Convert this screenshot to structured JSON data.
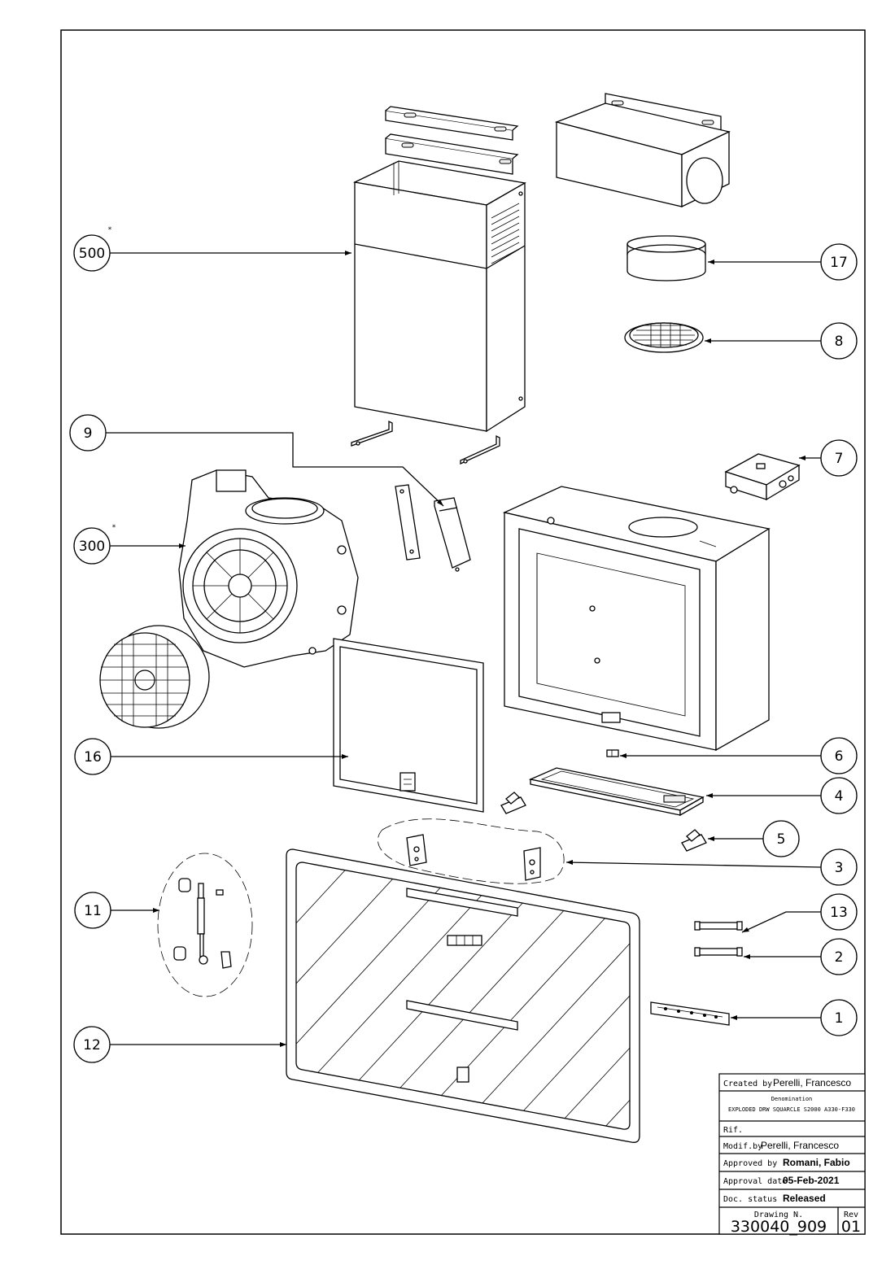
{
  "callouts": [
    {
      "id": "c500",
      "label": "500",
      "star": "*"
    },
    {
      "id": "c17",
      "label": "17"
    },
    {
      "id": "c8",
      "label": "8"
    },
    {
      "id": "c9",
      "label": "9"
    },
    {
      "id": "c7",
      "label": "7"
    },
    {
      "id": "c300",
      "label": "300",
      "star": "*"
    },
    {
      "id": "c16",
      "label": "16"
    },
    {
      "id": "c6",
      "label": "6"
    },
    {
      "id": "c4",
      "label": "4"
    },
    {
      "id": "c5",
      "label": "5"
    },
    {
      "id": "c3",
      "label": "3"
    },
    {
      "id": "c11",
      "label": "11"
    },
    {
      "id": "c13",
      "label": "13"
    },
    {
      "id": "c2",
      "label": "2"
    },
    {
      "id": "c1",
      "label": "1"
    },
    {
      "id": "c12",
      "label": "12"
    }
  ],
  "title_block": {
    "created_by_label": "Created by",
    "created_by_value": "Perelli, Francesco",
    "denomination_label": "Denomination",
    "denomination_value": "EXPLODED DRW SQUARCLE S2000 A330-F330",
    "rif_label": "Rif.",
    "modif_by_label": "Modif.by",
    "modif_by_value": "Perelli, Francesco",
    "approved_by_label": "Approved by",
    "approved_by_value": "Romani, Fabio",
    "approval_date_label": "Approval date",
    "approval_date_value": "05-Feb-2021",
    "doc_status_label": "Doc. status",
    "doc_status_value": "Released",
    "drawing_no_label": "Drawing N.",
    "drawing_no_value": "330040_909",
    "rev_label": "Rev",
    "rev_value": "01"
  }
}
